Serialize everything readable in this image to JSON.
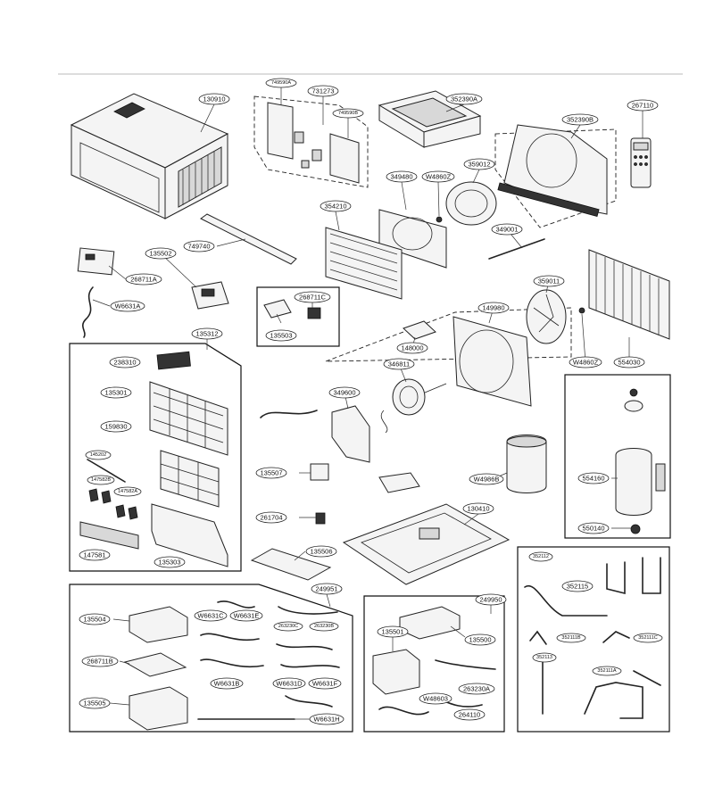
{
  "labels": {
    "l130910": "130910",
    "l749590A": "749590A",
    "l731273": "731273",
    "l749590B": "749590B",
    "l352390A": "352390A",
    "l267110": "267110",
    "l352390B": "352390B",
    "l359012": "359012",
    "l349480": "349480",
    "lW4860Z_a": "W4860Z",
    "l354210": "354210",
    "l749740": "749740",
    "l349001": "349001",
    "l135502": "135502",
    "l268711A": "268711A",
    "lW6631A": "W6631A",
    "l268711C": "268711C",
    "l135503": "135503",
    "l359011": "359011",
    "l149980": "149980",
    "l148000": "148000",
    "l346811": "346811",
    "lW4860Z_b": "W4860Z",
    "l554030": "554030",
    "l135312": "135312",
    "l238310": "238310",
    "l135301": "135301",
    "l159830": "159830",
    "l145202": "145202",
    "l147582B": "147582B",
    "l147582A": "147582A",
    "l147581": "147581",
    "l135303": "135303",
    "l349600": "349600",
    "l135507": "135507",
    "l261704": "261704",
    "lW4986B": "W4986B",
    "l554160": "554160",
    "l550140": "550140",
    "l130410": "130410",
    "l135506": "135506",
    "l249951": "249951",
    "l249950": "249950",
    "l135504": "135504",
    "lW6631C": "W6631C",
    "lW6631E": "W6631E",
    "l263230C": "263230C",
    "l263230B": "263230B",
    "l268711B": "268711B",
    "lW6631B": "W6631B",
    "lW6631D": "W6631D",
    "lW6631F": "W6631F",
    "l135505": "135505",
    "lW6631H": "W6631H",
    "l135501": "135501",
    "l135500": "135500",
    "l263230A": "263230A",
    "lW48603": "W48603",
    "l264110": "264110",
    "l352112": "352112",
    "l352115": "352115",
    "l352111B": "352111B",
    "l352111C": "352111C",
    "l352113": "352113",
    "l352111A": "352111A"
  },
  "colors": {
    "line": "#222222",
    "paper": "#ffffff",
    "fill": "#f4f4f4"
  }
}
